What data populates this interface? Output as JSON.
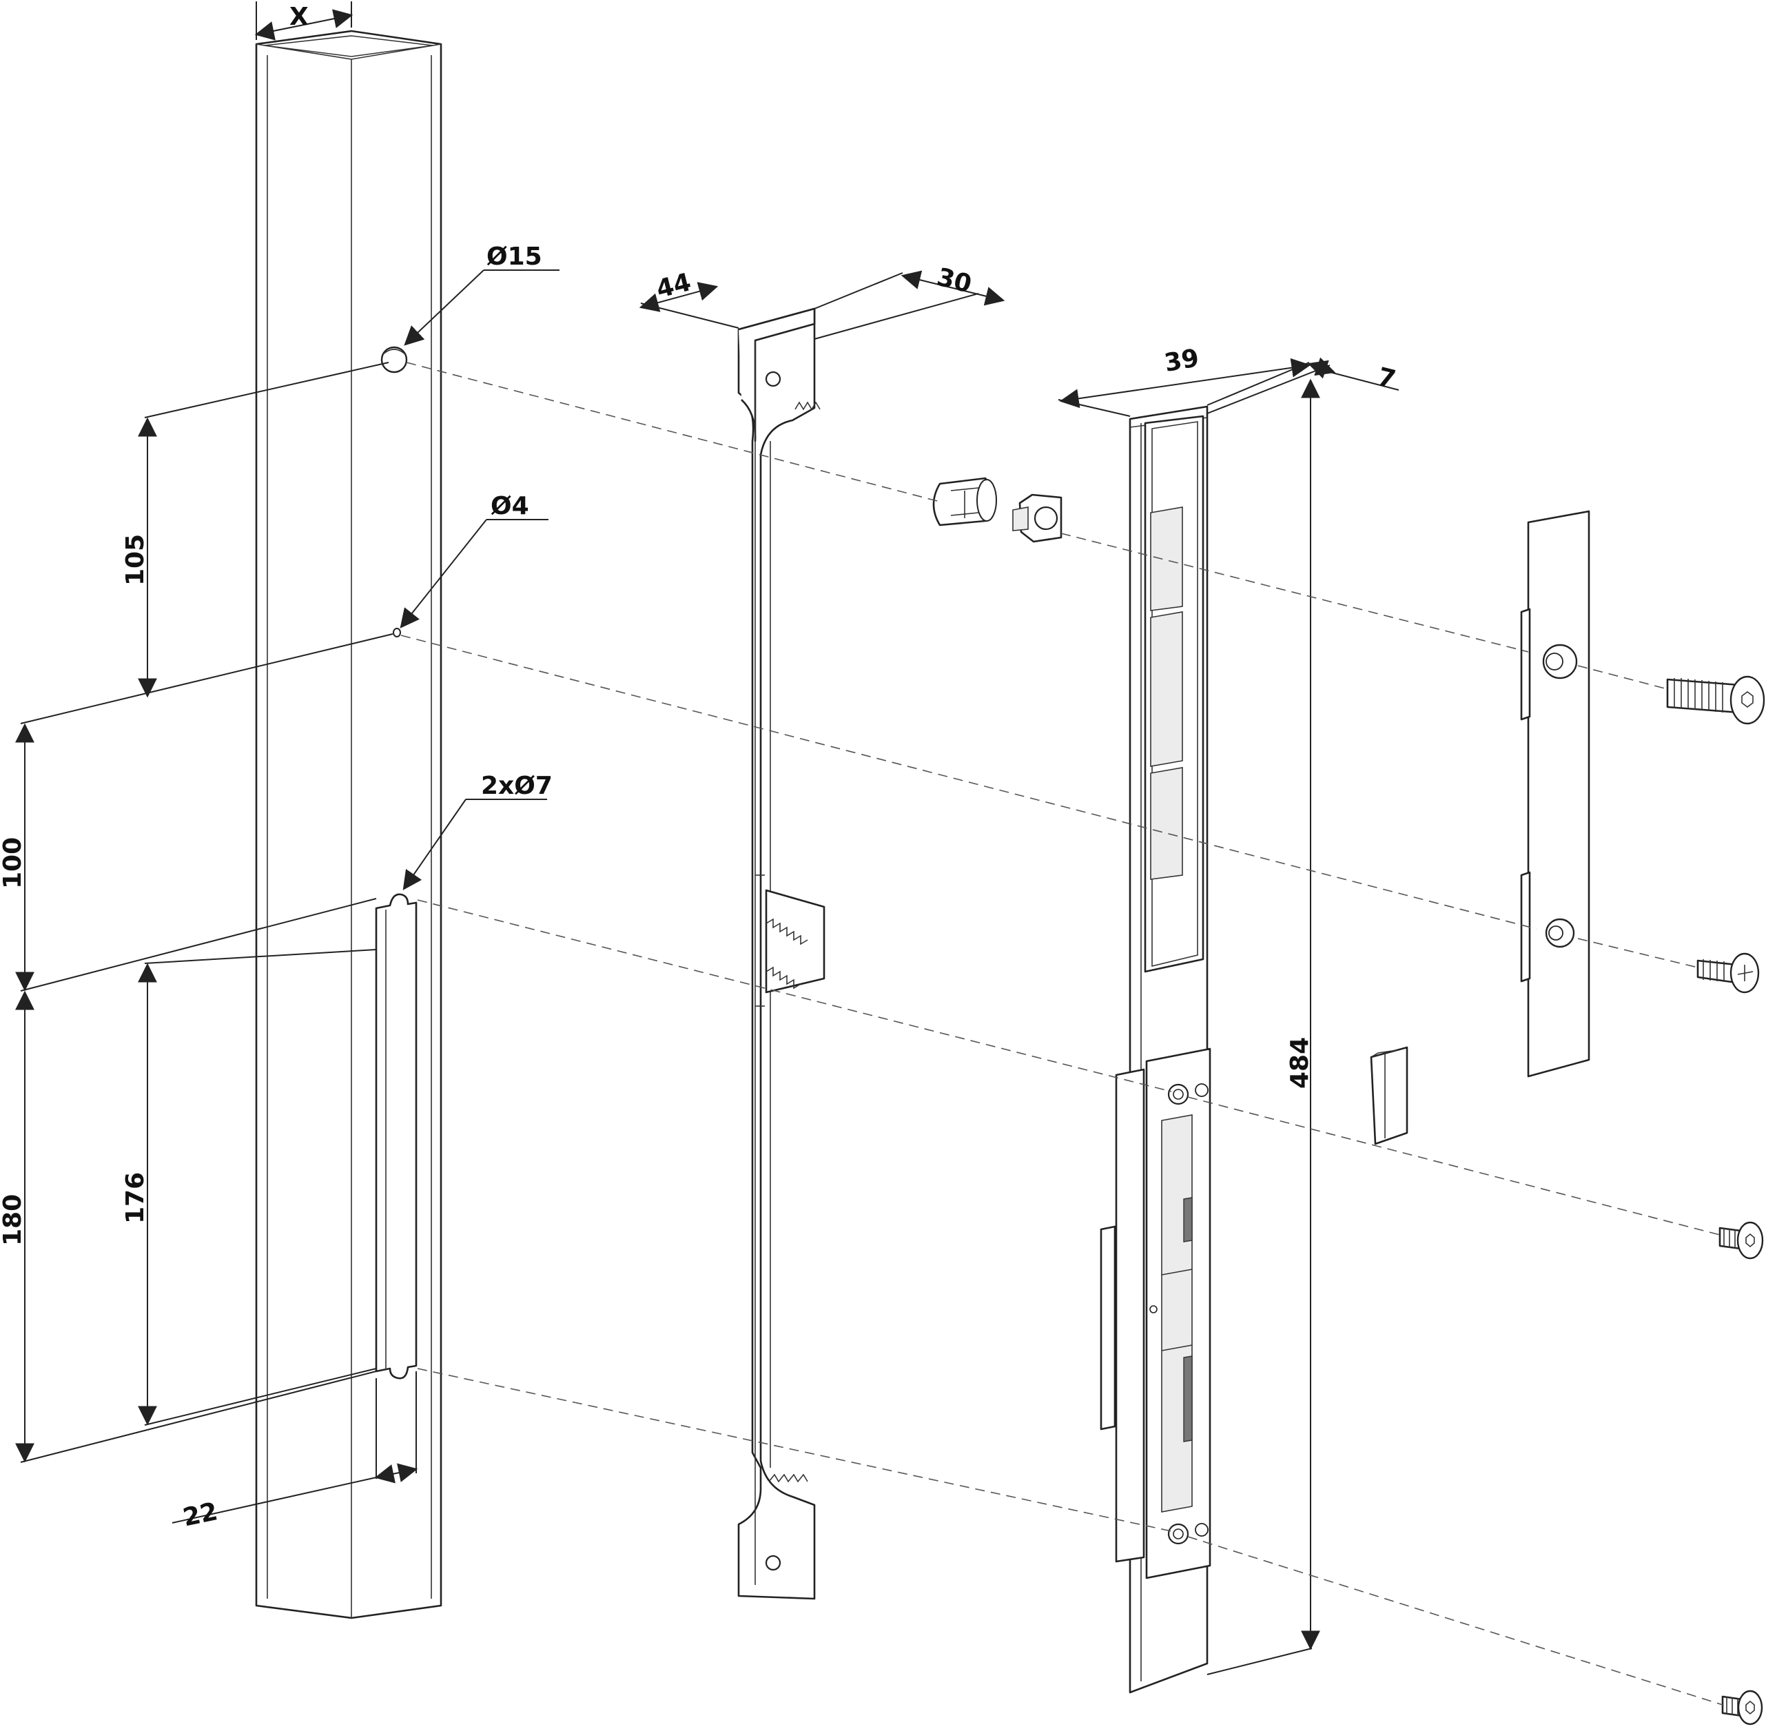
{
  "dimensions": {
    "post_width": "X",
    "big_hole": "Ø15",
    "small_hole": "Ø4",
    "slot_holes": "2xØ7",
    "d105": "105",
    "d100": "100",
    "d180": "180",
    "d176": "176",
    "d22": "22",
    "d44": "44",
    "d30": "30",
    "d39": "39",
    "d7": "7",
    "d484": "484"
  },
  "colors": {
    "line": "#222222",
    "background": "#ffffff"
  }
}
